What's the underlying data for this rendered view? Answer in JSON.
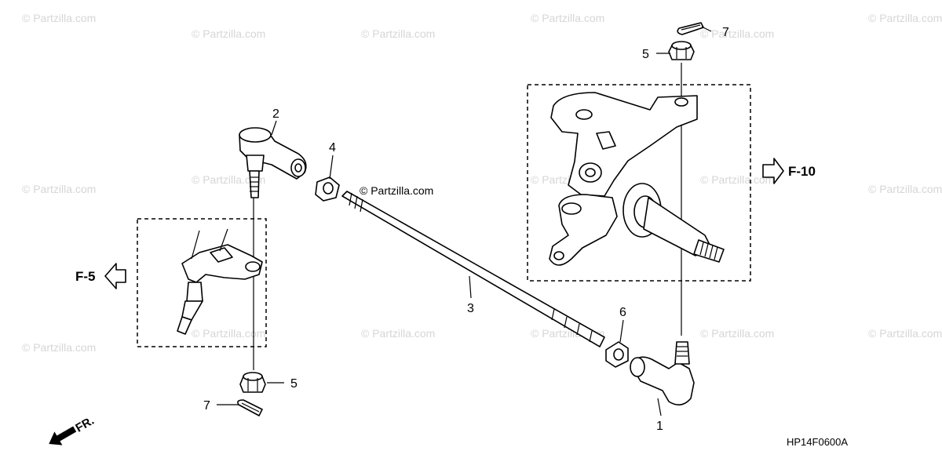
{
  "watermark": "© Partzilla.com",
  "brand_label": "© Partzilla.com",
  "callouts": {
    "c1": "1",
    "c2": "2",
    "c3": "3",
    "c4": "4",
    "c5_top": "5",
    "c5_bottom": "5",
    "c6": "6",
    "c7_top": "7",
    "c7_bottom": "7"
  },
  "refs": {
    "left": "F-5",
    "right": "F-10"
  },
  "direction": "FR.",
  "diagram_code": "HP14F0600A"
}
